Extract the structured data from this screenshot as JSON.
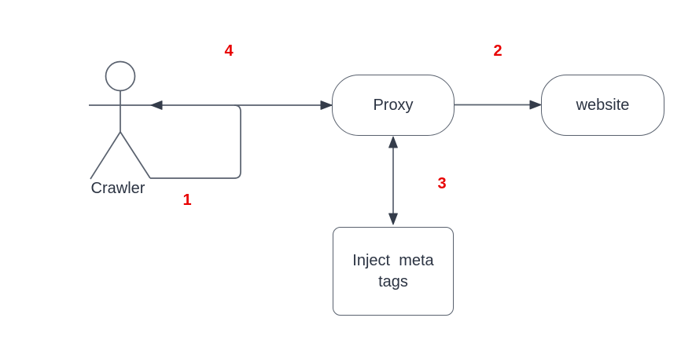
{
  "diagram": {
    "background": "#ffffff",
    "colors": {
      "stroke": "#59616e",
      "arrowhead": "#343c4a",
      "text": "#2b3342",
      "step_number": "#e80000"
    },
    "actor": {
      "label": "Crawler"
    },
    "nodes": {
      "proxy": {
        "label": "Proxy"
      },
      "website": {
        "label": "website"
      },
      "inject": {
        "label": "Inject  meta\ntags"
      }
    },
    "edges": [
      {
        "step": "1",
        "from": "crawler",
        "to": "proxy",
        "direction": "one-way"
      },
      {
        "step": "2",
        "from": "proxy",
        "to": "website",
        "direction": "one-way"
      },
      {
        "step": "3",
        "from": "proxy",
        "to": "inject",
        "direction": "two-way"
      },
      {
        "step": "4",
        "from": "proxy",
        "to": "crawler",
        "direction": "one-way"
      }
    ]
  }
}
